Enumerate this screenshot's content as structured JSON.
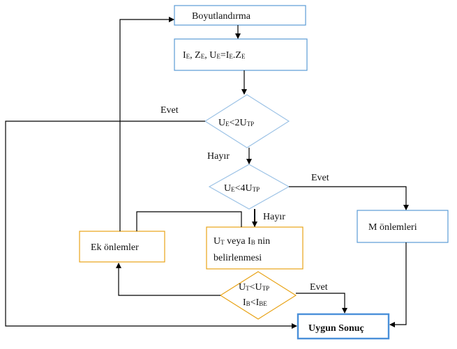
{
  "flowchart": {
    "boxes": {
      "boyutlandirma": "Boyutlandırma",
      "inputs": {
        "i": "I",
        "i_sub": "E",
        "z": ", Z",
        "z_sub": "E",
        "u": ", U",
        "u_sub": "E",
        "eq": "=I",
        "eq_sub": "E",
        "dot": ".Z",
        "dot_sub": "E"
      },
      "ut_veya_ib": {
        "u": "U",
        "u_sub": "T",
        "mid": " veya I",
        "b_sub": "B",
        "tail": " nin",
        "line2": "belirlenmesi"
      },
      "m_onlemleri": "M önlemleri",
      "ek_onlemler": "Ek önlemler",
      "uygun_sonuc": "Uygun Sonuç"
    },
    "decisions": {
      "d1": {
        "a": "U",
        "a_sub": "E",
        "op": "<2U",
        "b_sub": "TP"
      },
      "d2": {
        "a": "U",
        "a_sub": "E",
        "op": "<4U",
        "b_sub": "TP"
      },
      "d3": {
        "a": "U",
        "a_sub": "T",
        "op": "<U",
        "b_sub": "TP",
        "c": "I",
        "c_sub": "B",
        "op2": "<I",
        "d_sub": "BE"
      }
    },
    "edge_labels": {
      "evet1": "Evet",
      "hayir1": "Hayır",
      "evet2": "Evet",
      "hayir2": "Hayır",
      "evet3": "Evet"
    },
    "colors": {
      "process_border": "#5b9bd5",
      "decision_border": "#9dc3e6",
      "alt_border": "#e8a317",
      "line": "#000000"
    }
  }
}
